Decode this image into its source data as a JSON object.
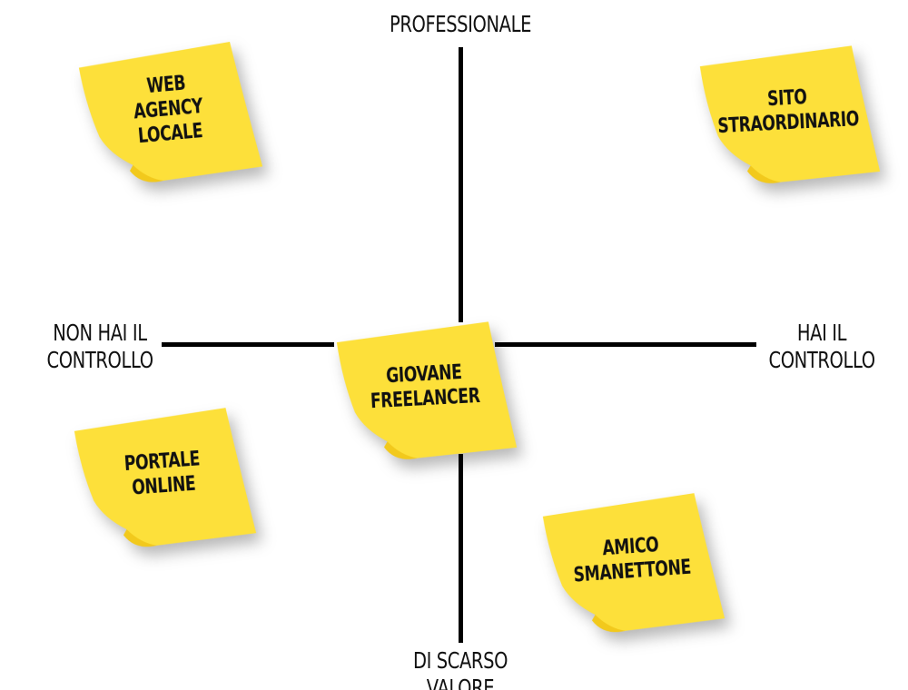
{
  "axes": {
    "top": "PROFESSIONALE",
    "bottom": "DI SCARSO VALORE",
    "left": "NON HAI IL\nCONTROLLO",
    "right": "HAI IL\nCONTROLLO"
  },
  "notes": {
    "web_agency": "WEB\nAGENCY\nLOCALE",
    "sito": "SITO\nSTRAORDINARIO",
    "freelancer": "GIOVANE\nFREELANCER",
    "portale": "PORTALE\nONLINE",
    "amico": "AMICO\nSMANETTONE"
  },
  "colors": {
    "note_fill": "#FDE03A",
    "note_curl": "#F2C91C",
    "axis": "#000000"
  }
}
